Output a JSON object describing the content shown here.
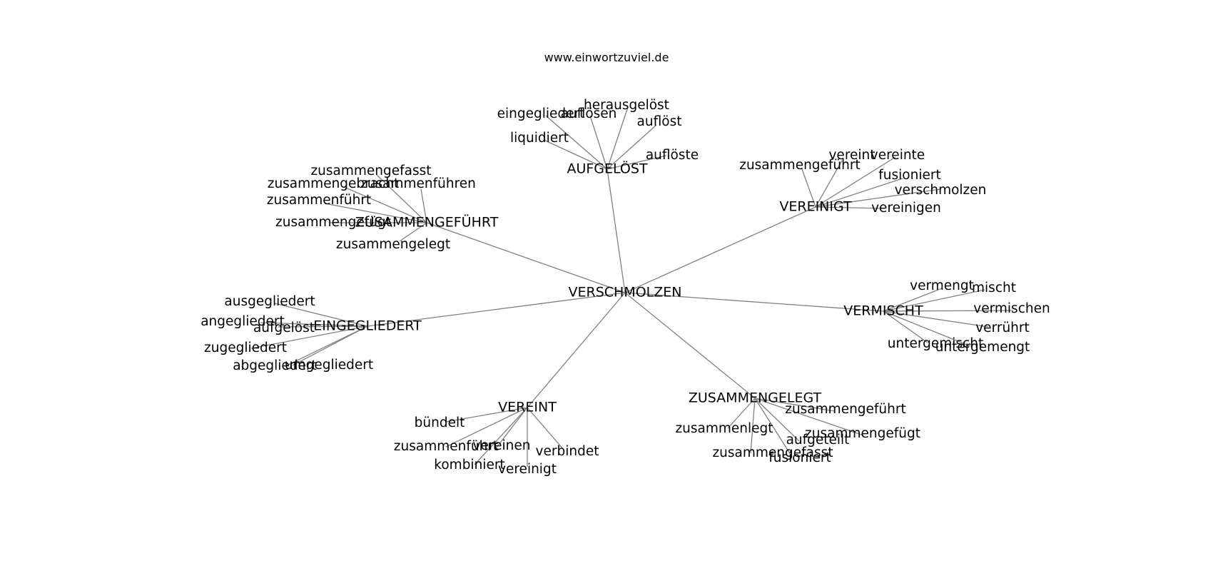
{
  "header": {
    "site": "www.einwortzuviel.de"
  },
  "graph": {
    "center": "VERSCHMOLZEN",
    "clusters": [
      {
        "hub": "AUFGELÖST",
        "leaves": [
          "eingegliedert",
          "auflösen",
          "herausgelöst",
          "auflöst",
          "liquidiert",
          "auflöste"
        ]
      },
      {
        "hub": "ZUSAMMENGEFÜHRT",
        "leaves": [
          "zusammengefasst",
          "zusammengebracht",
          "zusammenführen",
          "zusammenführt",
          "zusammengefügt",
          "zusammengelegt"
        ]
      },
      {
        "hub": "VEREINIGT",
        "leaves": [
          "vereint",
          "vereinte",
          "zusammengeführt",
          "fusioniert",
          "verschmolzen",
          "vereinigen"
        ]
      },
      {
        "hub": "VERMISCHT",
        "leaves": [
          "vermengt",
          "mischt",
          "vermischen",
          "verrührt",
          "untergemischt",
          "untergemengt"
        ]
      },
      {
        "hub": "EINGEGLIEDERT",
        "leaves": [
          "ausgegliedert",
          "angegliedert",
          "aufgelöst",
          "zugegliedert",
          "abgegliedert",
          "umgegliedert"
        ]
      },
      {
        "hub": "VEREINT",
        "leaves": [
          "bündelt",
          "zusammenführt",
          "vereinen",
          "verbindet",
          "kombiniert",
          "vereinigt"
        ]
      },
      {
        "hub": "ZUSAMMENGELEGT",
        "leaves": [
          "zusammengeführt",
          "zusammenlegt",
          "zusammengefügt",
          "aufgeteilt",
          "zusammengefasst",
          "fusioniert"
        ]
      }
    ]
  }
}
